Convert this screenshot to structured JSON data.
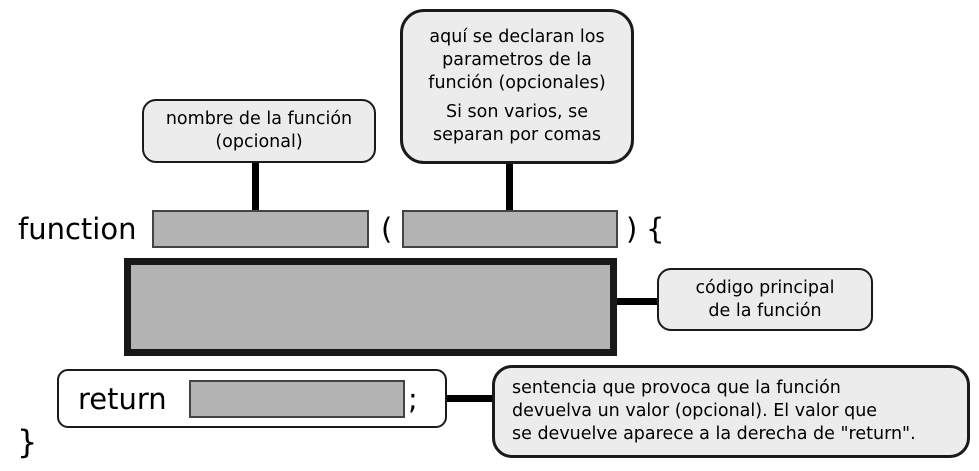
{
  "code": {
    "function_keyword": "function",
    "open_paren": "(",
    "close_paren": ")",
    "open_brace": "{",
    "return_keyword": "return",
    "semicolon": ";",
    "close_brace": "}"
  },
  "callouts": {
    "name": {
      "lines": [
        "nombre de la función",
        "(opcional)"
      ]
    },
    "params": {
      "para1_lines": [
        "aquí se declaran los",
        "parametros de la",
        "función (opcionales)"
      ],
      "para2_lines": [
        "Si son varios, se",
        "separan por comas"
      ]
    },
    "body": {
      "lines": [
        "código principal",
        "de la función"
      ]
    },
    "return_note": {
      "lines": [
        "sentencia que provoca que la función",
        "devuelva un valor (opcional). El valor que",
        "se devuelve aparece a la derecha de \"return\"."
      ]
    }
  },
  "colors": {
    "background": "#ffffff",
    "placeholder_box_fill": "#b3b3b3",
    "placeholder_box_border": "#444444",
    "body_box_border": "#181818",
    "callout_fill": "#ececec",
    "callout_border": "#1a1a1a",
    "connector": "#000000",
    "text": "#000000"
  }
}
